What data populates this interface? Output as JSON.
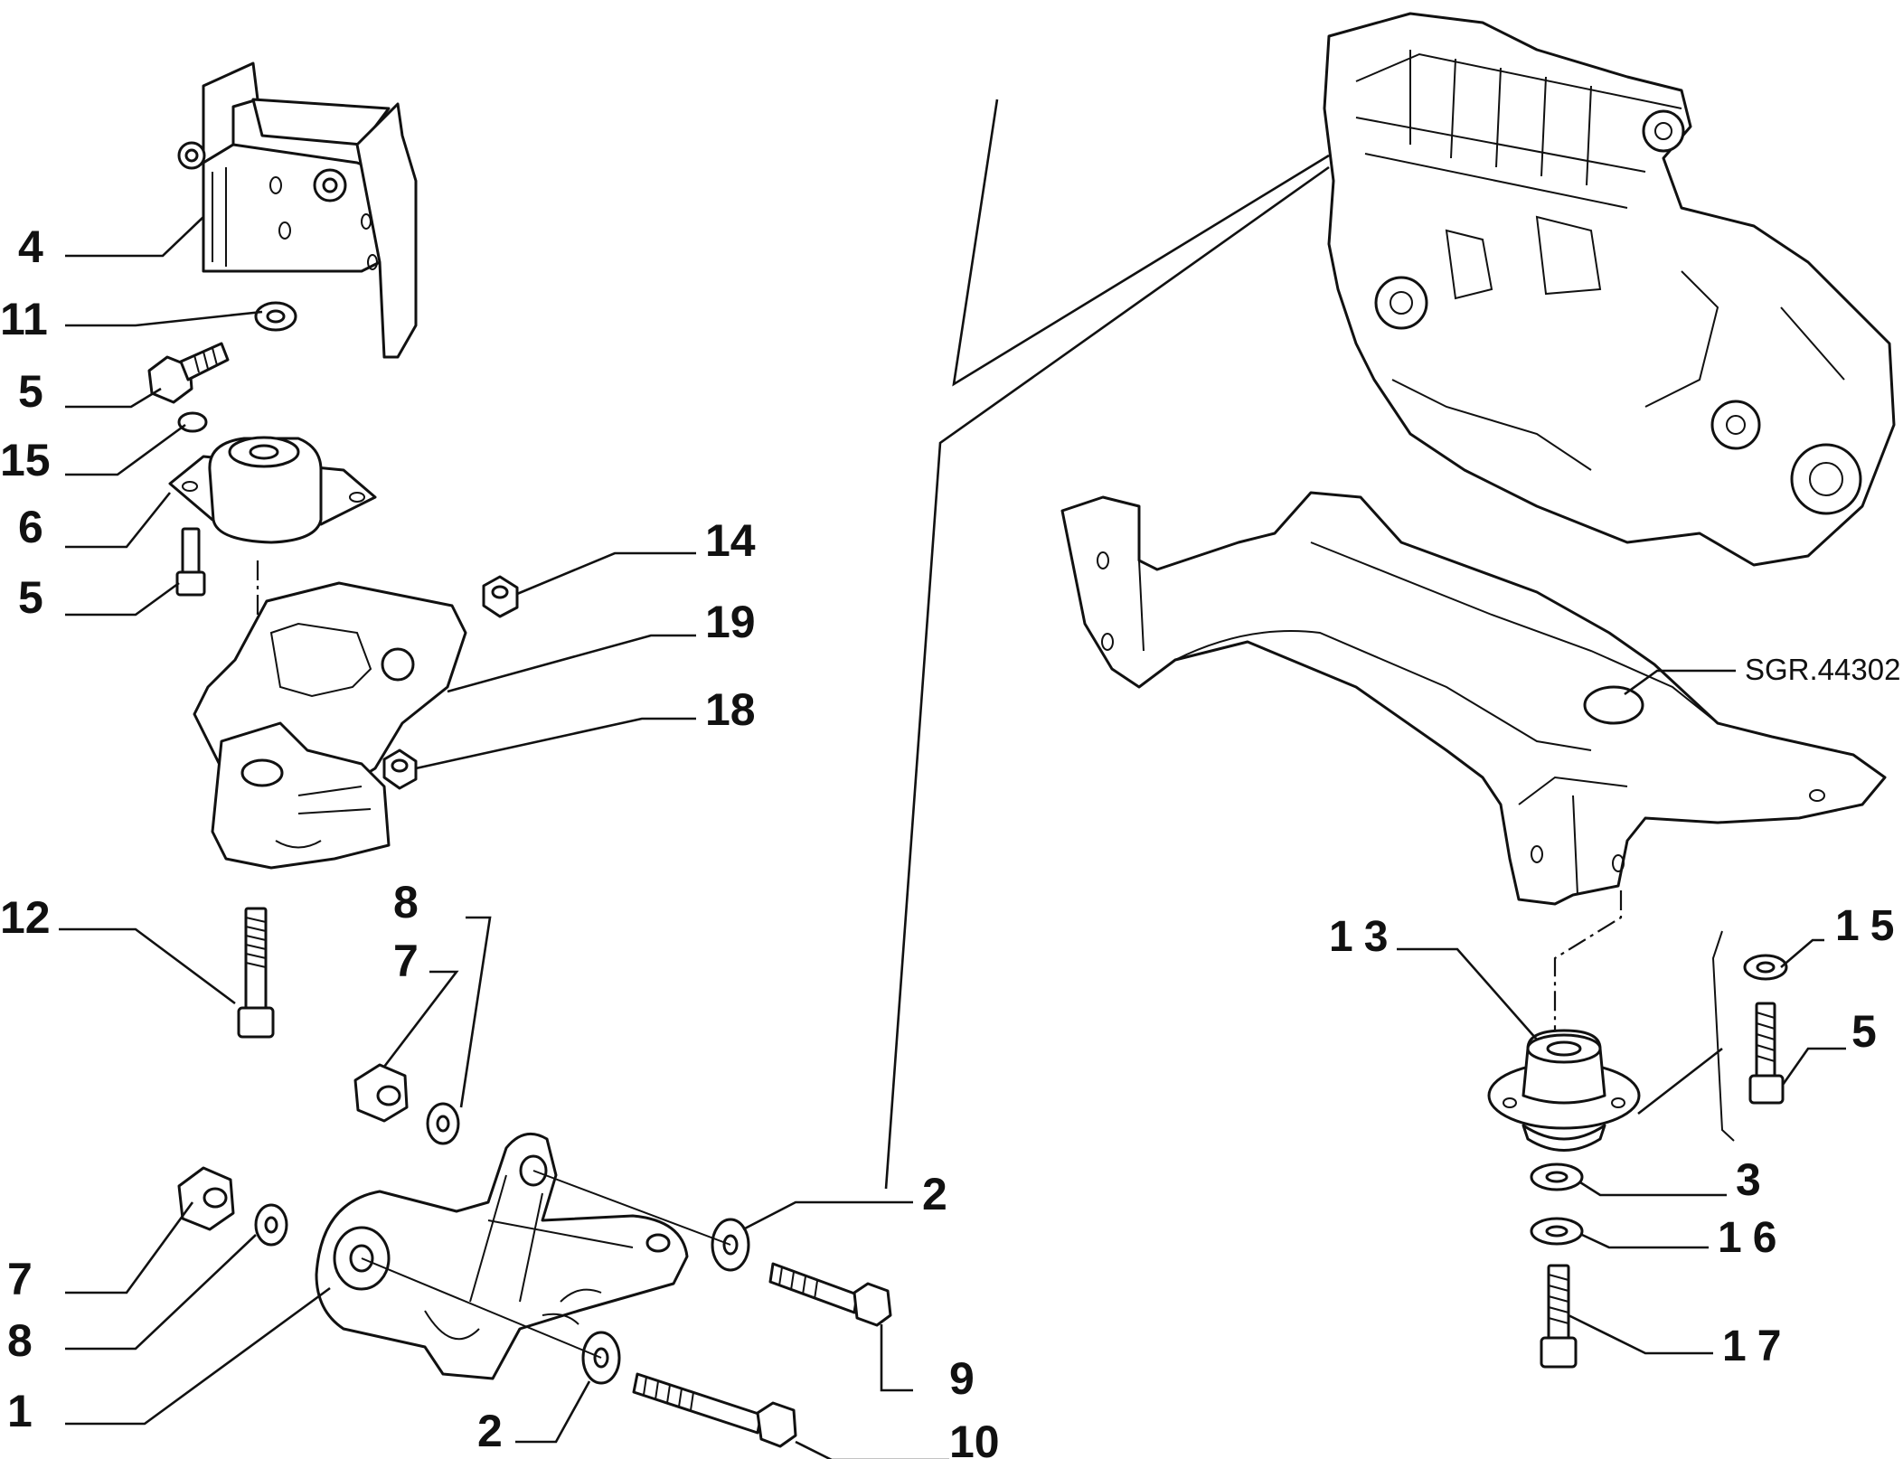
{
  "diagram": {
    "reference_code": "SGR.44302",
    "callouts_left": [
      {
        "id": "c4",
        "label": "4"
      },
      {
        "id": "c11",
        "label": "11"
      },
      {
        "id": "c5a",
        "label": "5"
      },
      {
        "id": "c15a",
        "label": "15"
      },
      {
        "id": "c6",
        "label": "6"
      },
      {
        "id": "c5b",
        "label": "5"
      },
      {
        "id": "c14",
        "label": "14"
      },
      {
        "id": "c19",
        "label": "19"
      },
      {
        "id": "c18",
        "label": "18"
      },
      {
        "id": "c12",
        "label": "12"
      },
      {
        "id": "c8a",
        "label": "8"
      },
      {
        "id": "c7a",
        "label": "7"
      },
      {
        "id": "c7b",
        "label": "7"
      },
      {
        "id": "c8b",
        "label": "8"
      },
      {
        "id": "c1",
        "label": "1"
      },
      {
        "id": "c2a",
        "label": "2"
      },
      {
        "id": "c9",
        "label": "9"
      },
      {
        "id": "c2b",
        "label": "2"
      },
      {
        "id": "c10",
        "label": "10"
      }
    ],
    "callouts_right": [
      {
        "id": "c13",
        "label": "13"
      },
      {
        "id": "c15b",
        "label": "15"
      },
      {
        "id": "c5c",
        "label": "5"
      },
      {
        "id": "c3",
        "label": "3"
      },
      {
        "id": "c16",
        "label": "16"
      },
      {
        "id": "c17",
        "label": "17"
      }
    ]
  }
}
